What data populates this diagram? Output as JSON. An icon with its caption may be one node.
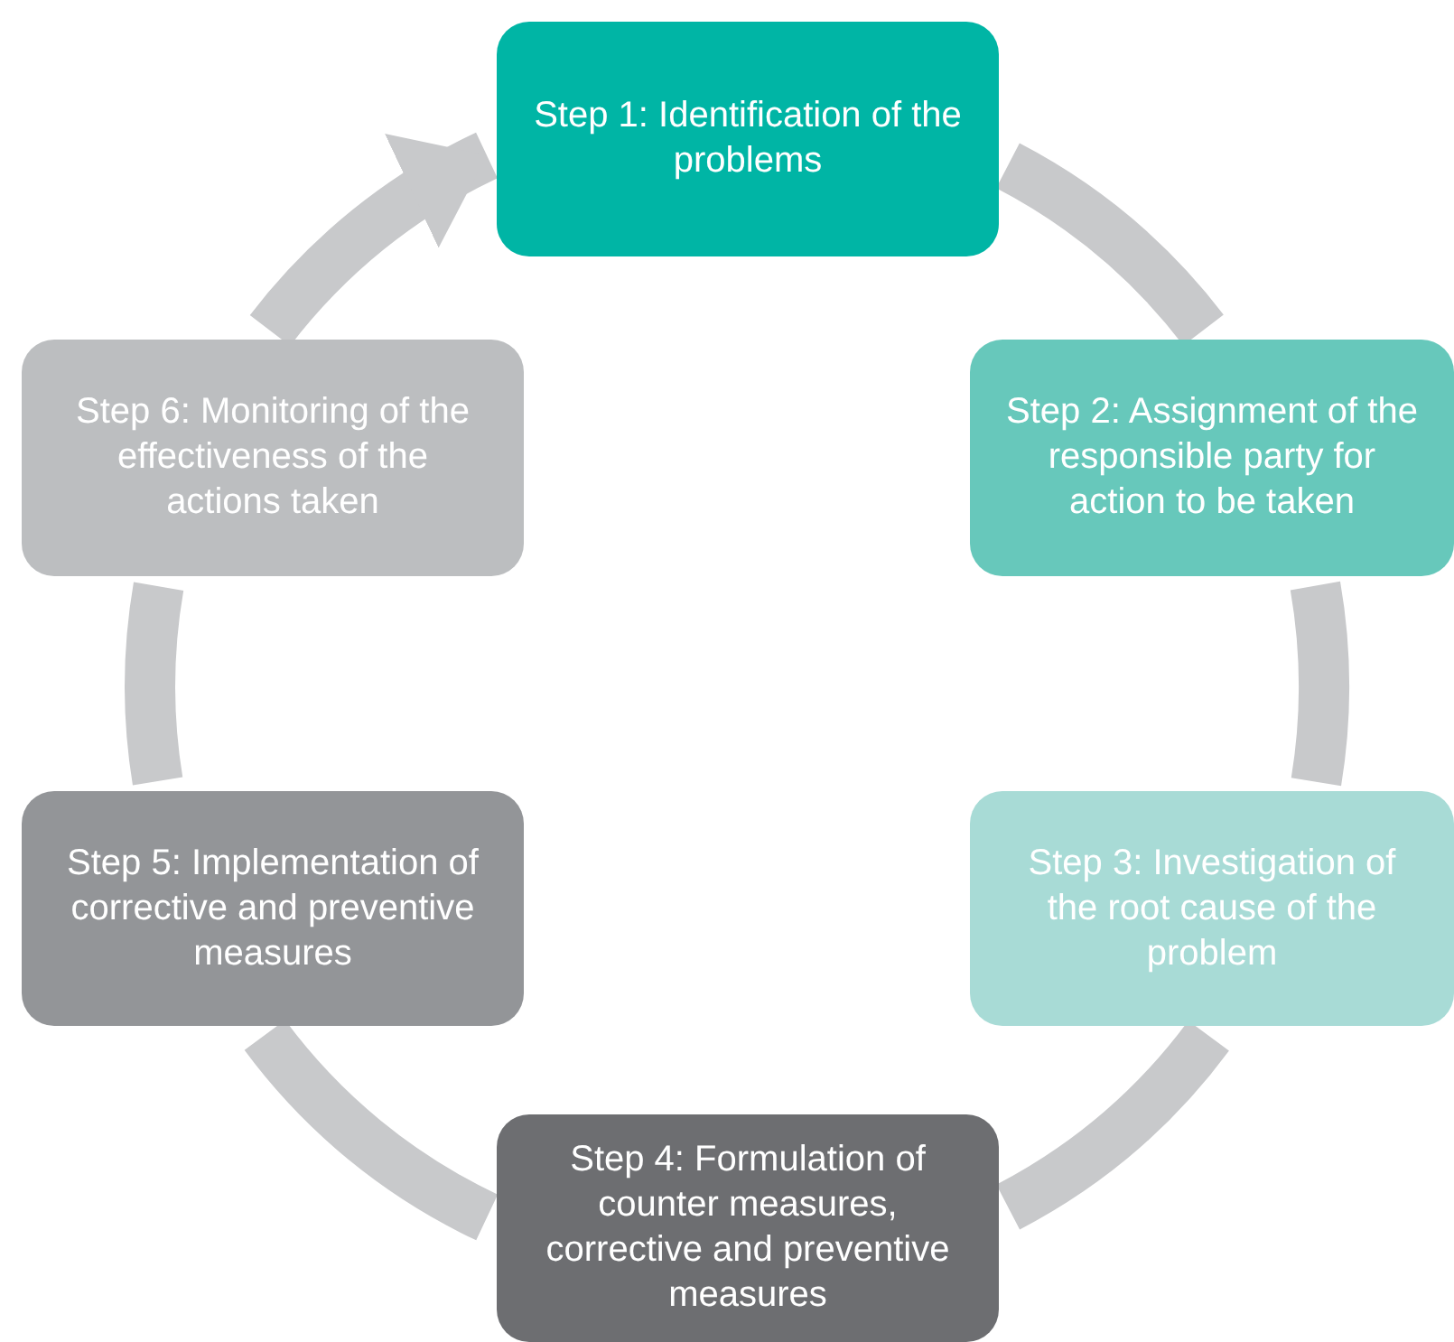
{
  "diagram": {
    "nodes": [
      {
        "text": [
          "Step 1: Identification of the problems"
        ]
      },
      {
        "text": [
          "Step 2: Assignment of the responsible party for action to be taken"
        ]
      },
      {
        "text": [
          "Step 3: Investigation of the root cause of the problem"
        ]
      },
      {
        "text": [
          "Step 4: Formulation of counter measures, corrective and preventive measures"
        ]
      },
      {
        "text": [
          "Step 5: Implementation of corrective and preventive measures"
        ]
      },
      {
        "text": [
          "Step 6: Monitoring of the effectiveness of the actions taken"
        ]
      }
    ],
    "edges": [
      {
        "from": 0,
        "to": 1,
        "arrow": "none"
      },
      {
        "from": 1,
        "to": 2,
        "arrow": "none"
      },
      {
        "from": 2,
        "to": 3,
        "arrow": "none"
      },
      {
        "from": 3,
        "to": 4,
        "arrow": "none"
      },
      {
        "from": 4,
        "to": 5,
        "arrow": "none"
      },
      {
        "from": 5,
        "to": 0,
        "arrow": "to"
      }
    ]
  }
}
